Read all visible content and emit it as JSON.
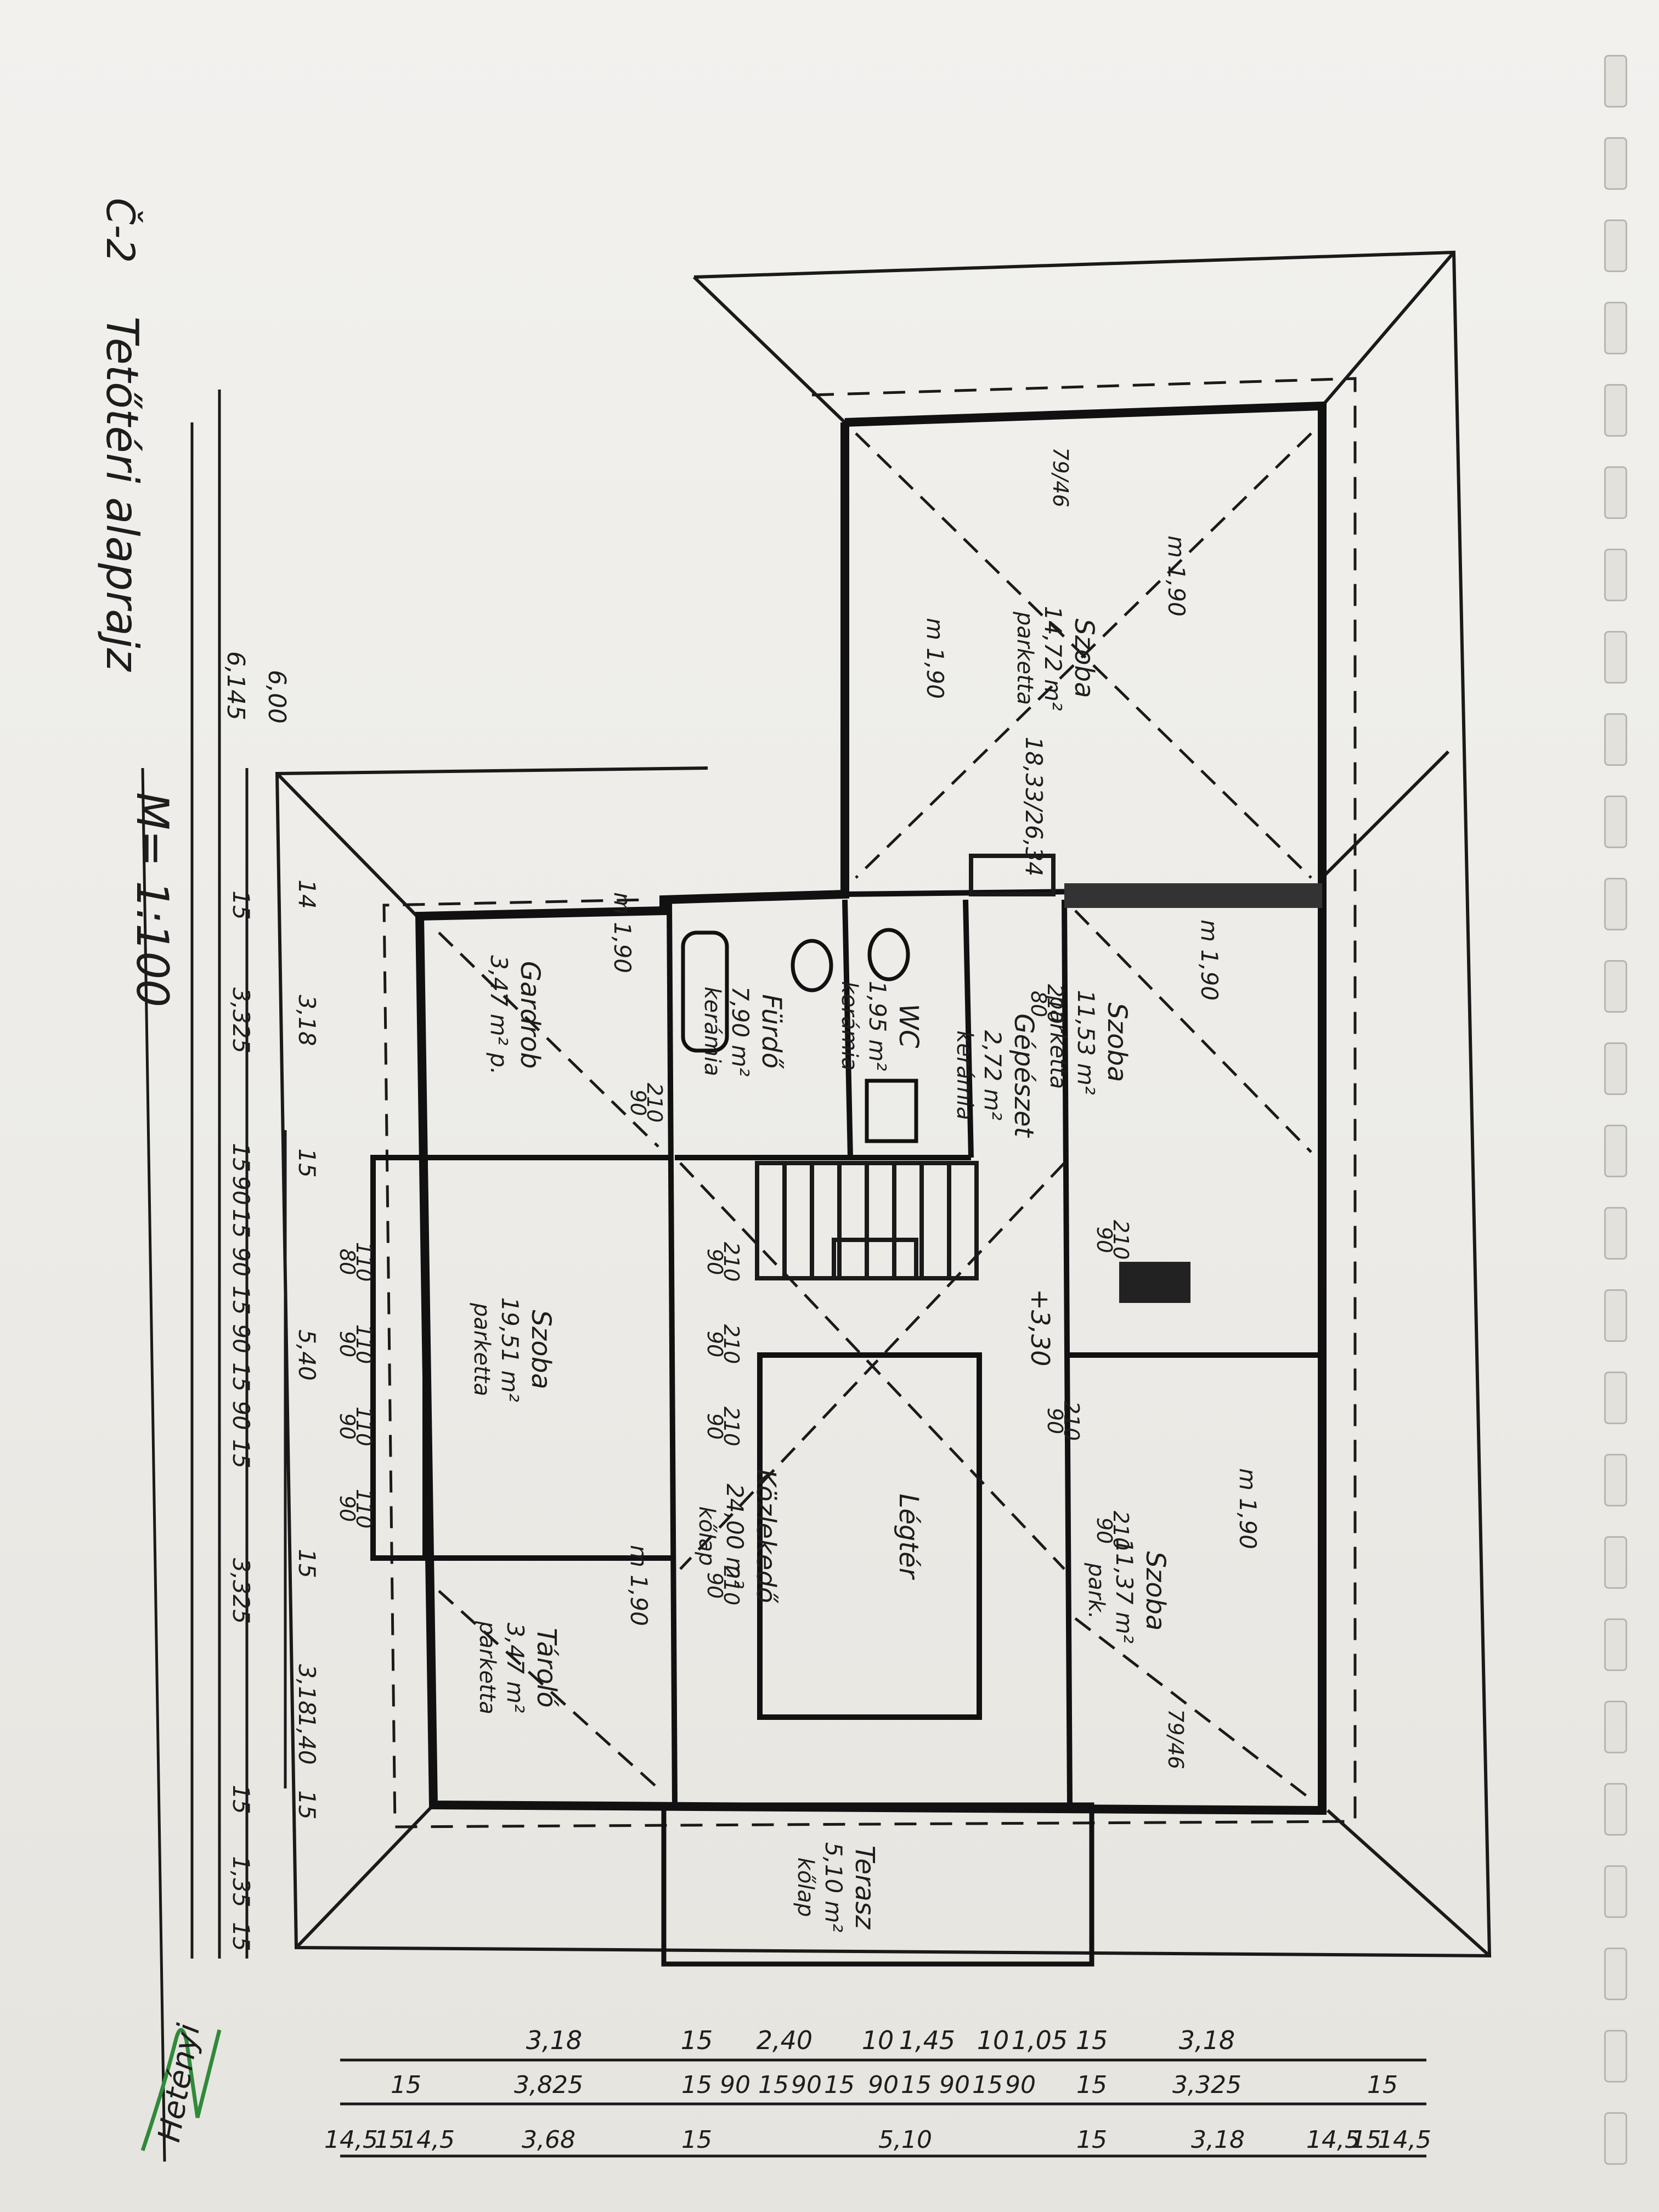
{
  "sheet": {
    "title": "Tetőtéri alaprajz",
    "page_code": "Č-2",
    "scale": "M= 1:100",
    "signature": "Hetényi"
  },
  "rooms": [
    {
      "id": "szoba_top",
      "name": "Szoba",
      "area": "14,72 m²",
      "floor": "parketta",
      "height_a": "m 1,90",
      "height_b": "m 1,90"
    },
    {
      "id": "gardrob",
      "name": "Gardrob",
      "area": "3,47 m² p.",
      "height": "m 1,90"
    },
    {
      "id": "furdo",
      "name": "Fürdő",
      "area": "7,90 m²",
      "floor": "kerámia"
    },
    {
      "id": "wc",
      "name": "WC",
      "area": "1,95 m²",
      "floor": "kerámia"
    },
    {
      "id": "gepeszet",
      "name": "Gépészet",
      "area": "2,72 m²",
      "floor": "kerámia"
    },
    {
      "id": "szoba_right",
      "name": "Szoba",
      "area": "11,53 m²",
      "floor": "parketta",
      "height": "m 1,90"
    },
    {
      "id": "szoba_left",
      "name": "Szoba",
      "area": "19,51 m²",
      "floor": "parketta"
    },
    {
      "id": "tarolo",
      "name": "Tároló",
      "area": "3,47 m²",
      "floor": "parketta",
      "height": "m 1,90"
    },
    {
      "id": "kozlekedo",
      "name": "Közlekedő",
      "area": "24,00 m²",
      "floor": "kőlap"
    },
    {
      "id": "legter",
      "name": "Légtér"
    },
    {
      "id": "szoba_bottom",
      "name": "Szoba",
      "area": "11,37 m²",
      "floor": "park.",
      "height": "m 1,90"
    },
    {
      "id": "terasz",
      "name": "Terasz",
      "area": "5,10 m²",
      "floor": "kőlap"
    }
  ],
  "annotations": {
    "stair_level": "+3,30",
    "stair_ratio": "18,33/26,34",
    "window_a": "79/46",
    "window_b": "79/46",
    "door_labels": [
      "90",
      "210",
      "90",
      "210",
      "90",
      "210",
      "90",
      "210",
      "90",
      "210",
      "90",
      "210",
      "90",
      "210",
      "90",
      "210",
      "80",
      "110",
      "90",
      "110",
      "90",
      "110",
      "90",
      "110",
      "80",
      "210"
    ]
  },
  "dims_left": {
    "outer": [
      "6,00"
    ],
    "row1": [
      "6,145"
    ],
    "row2": [
      "15",
      "3,325",
      "15",
      "90",
      "15",
      "90",
      "15",
      "90",
      "15",
      "90",
      "15",
      "3,325",
      "15",
      "1,35",
      "15"
    ],
    "row3": [
      "14",
      "3,18",
      "15",
      "5,40",
      "15",
      "3,18",
      "1,40",
      "15"
    ]
  },
  "dims_bottom": {
    "row1": [
      "3,18",
      "15",
      "2,40",
      "10",
      "1,45",
      "10",
      "1,05",
      "15",
      "3,18"
    ],
    "row2": [
      "15",
      "3,825",
      "15",
      "90",
      "15",
      "90",
      "15",
      "90",
      "15",
      "90",
      "15",
      "90",
      "15",
      "3,325",
      "15"
    ],
    "row3": [
      "14,5",
      "15",
      "14,5",
      "3,68",
      "15",
      "5,10",
      "15",
      "3,18",
      "14,5",
      "15",
      "14,5"
    ]
  }
}
